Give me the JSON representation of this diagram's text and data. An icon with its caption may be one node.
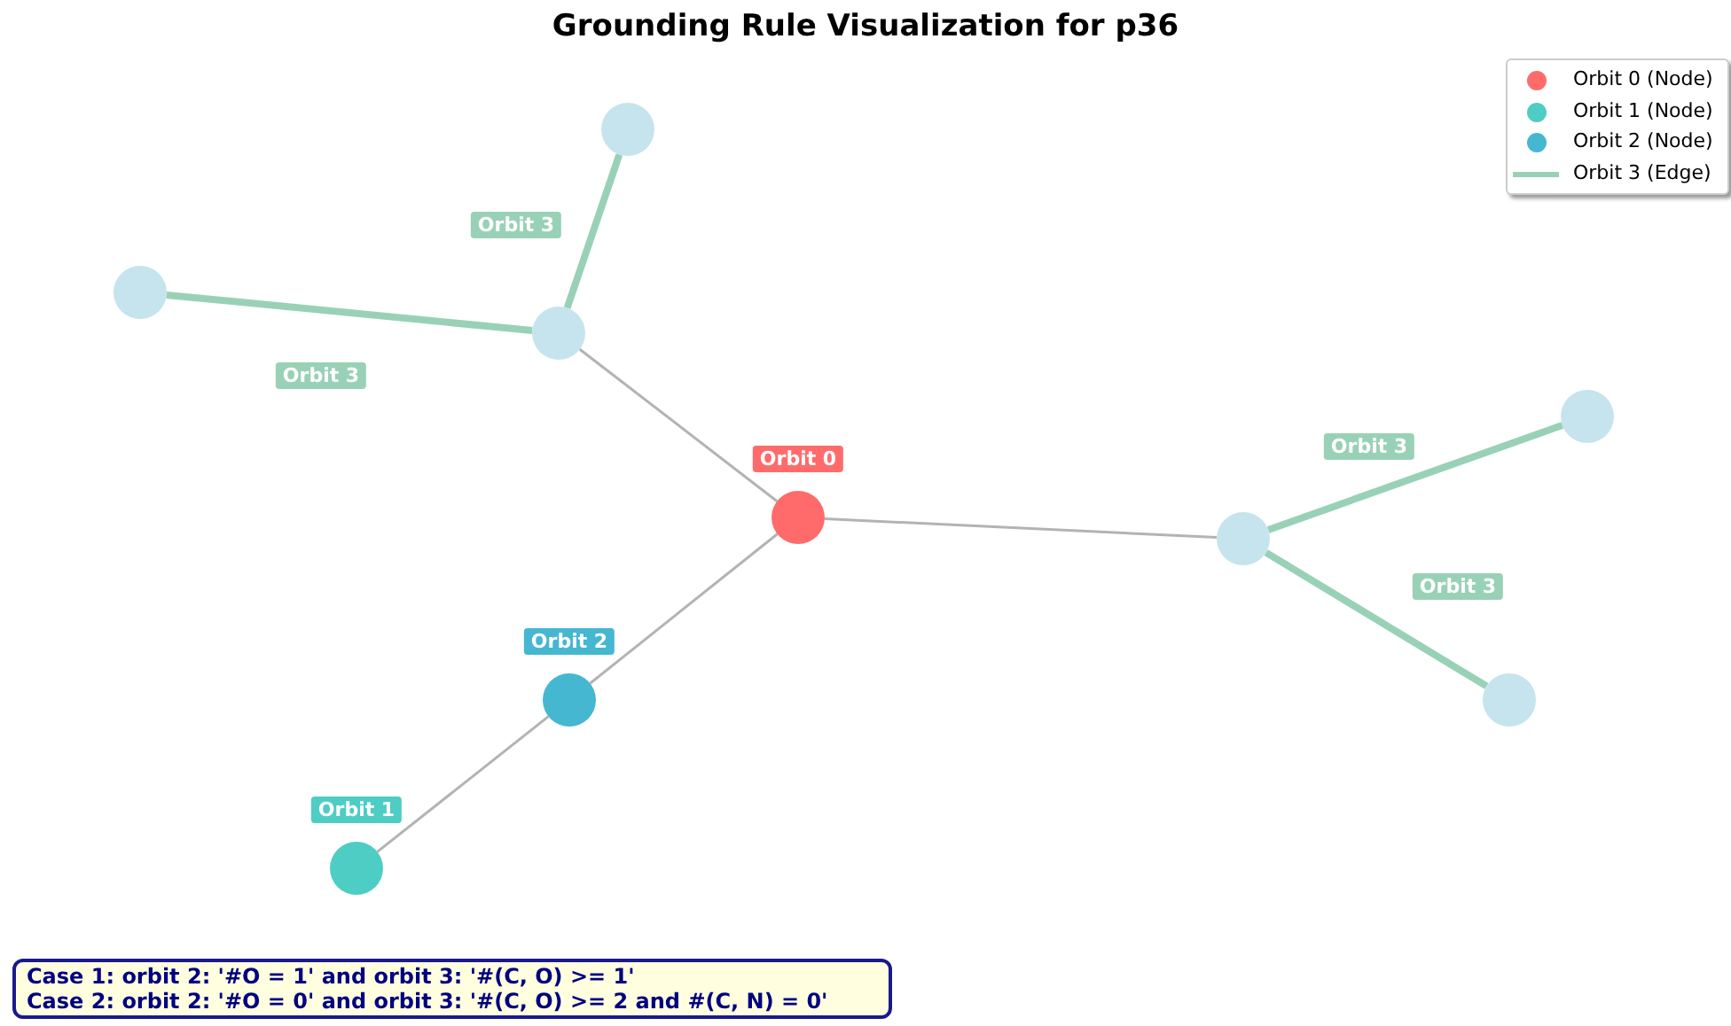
{
  "diagram": {
    "title": "Grounding Rule Visualization for p36",
    "nodes": [
      {
        "text": [],
        "shape": "circle",
        "beside": [
          "Orbit 0"
        ]
      },
      {
        "text": [],
        "shape": "circle"
      },
      {
        "text": [],
        "shape": "circle"
      },
      {
        "text": [],
        "shape": "circle"
      },
      {
        "text": [],
        "shape": "circle"
      },
      {
        "text": [],
        "shape": "circle"
      },
      {
        "text": [],
        "shape": "circle"
      },
      {
        "text": [],
        "shape": "circle",
        "beside": [
          "Orbit 2"
        ]
      },
      {
        "text": [],
        "shape": "circle",
        "beside": [
          "Orbit 1"
        ]
      },
      {
        "text": [
          "Case 1: orbit 2: '#O = 1' and orbit 3: '#(C, O) >= 1'",
          "Case 2: orbit 2: '#O = 0' and orbit 3: '#(C, O) >= 2 and #(C, N) = 0'"
        ]
      }
    ],
    "edges": [
      {
        "from": 0,
        "to": 1,
        "arrow": "none"
      },
      {
        "from": 0,
        "to": 4,
        "arrow": "none"
      },
      {
        "from": 0,
        "to": 7,
        "arrow": "none"
      },
      {
        "from": 7,
        "to": 8,
        "arrow": "none"
      },
      {
        "from": 1,
        "to": 2,
        "arrow": "none",
        "label": "Orbit 3",
        "style": "thick",
        "color": "#99d1b7"
      },
      {
        "from": 1,
        "to": 3,
        "arrow": "none",
        "label": "Orbit 3",
        "style": "thick",
        "color": "#99d1b7"
      },
      {
        "from": 4,
        "to": 5,
        "arrow": "none",
        "label": "Orbit 3",
        "style": "thick",
        "color": "#99d1b7"
      },
      {
        "from": 4,
        "to": 6,
        "arrow": "none",
        "label": "Orbit 3",
        "style": "thick",
        "color": "#99d1b7"
      }
    ],
    "legend": [
      {
        "text": "Orbit 0 (Node)",
        "color": "#ff6b6b"
      },
      {
        "text": "Orbit 1 (Node)",
        "color": "#4ecdc4"
      },
      {
        "text": "Orbit 2 (Node)",
        "color": "#45b7d1"
      },
      {
        "text": "Orbit 3 (Edge)"
      }
    ]
  }
}
